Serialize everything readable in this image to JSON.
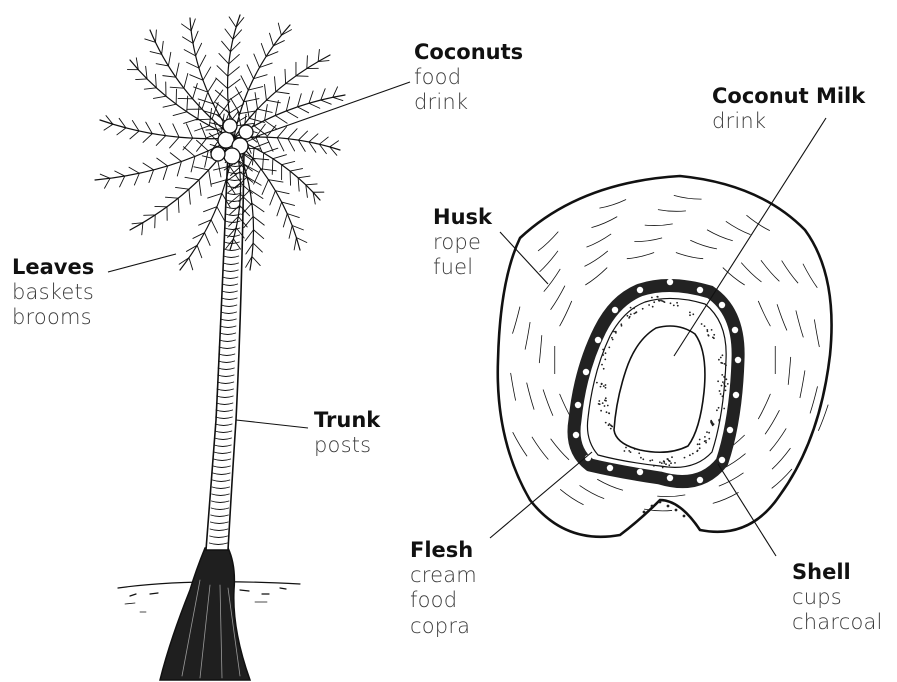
{
  "parts": {
    "coconuts": {
      "name": "Coconuts",
      "uses": [
        "food",
        "drink"
      ]
    },
    "leaves": {
      "name": "Leaves",
      "uses": [
        "baskets",
        "brooms"
      ]
    },
    "trunk": {
      "name": "Trunk",
      "uses": [
        "posts"
      ]
    },
    "coconut_milk": {
      "name": "Coconut Milk",
      "uses": [
        "drink"
      ]
    },
    "husk": {
      "name": "Husk",
      "uses": [
        "rope",
        "fuel"
      ]
    },
    "flesh": {
      "name": "Flesh",
      "uses": [
        "cream",
        "food",
        "copra"
      ]
    },
    "shell": {
      "name": "Shell",
      "uses": [
        "cups",
        "charcoal"
      ]
    }
  },
  "colors": {
    "ink": "#111111",
    "muted": "#3a3a3a"
  }
}
